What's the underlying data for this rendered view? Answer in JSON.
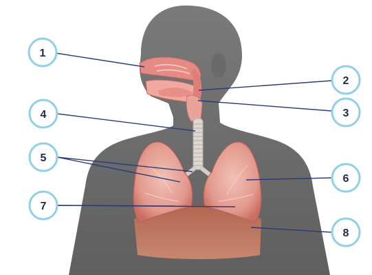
{
  "labels": [
    {
      "id": "1",
      "text": "1"
    },
    {
      "id": "2",
      "text": "2"
    },
    {
      "id": "3",
      "text": "3"
    },
    {
      "id": "4",
      "text": "4"
    },
    {
      "id": "5",
      "text": "5"
    },
    {
      "id": "6",
      "text": "6"
    },
    {
      "id": "7",
      "text": "7"
    },
    {
      "id": "8",
      "text": "8"
    }
  ],
  "colors": {
    "silhouette": "#6e6e6e",
    "lung": "#e7a59b",
    "airway": "#e58a84",
    "trachea": "#d9d0cc",
    "diaphragm_fill": "#c46a55",
    "label_ring": "#8fd0e8",
    "leader_line": "#2d3a78"
  }
}
